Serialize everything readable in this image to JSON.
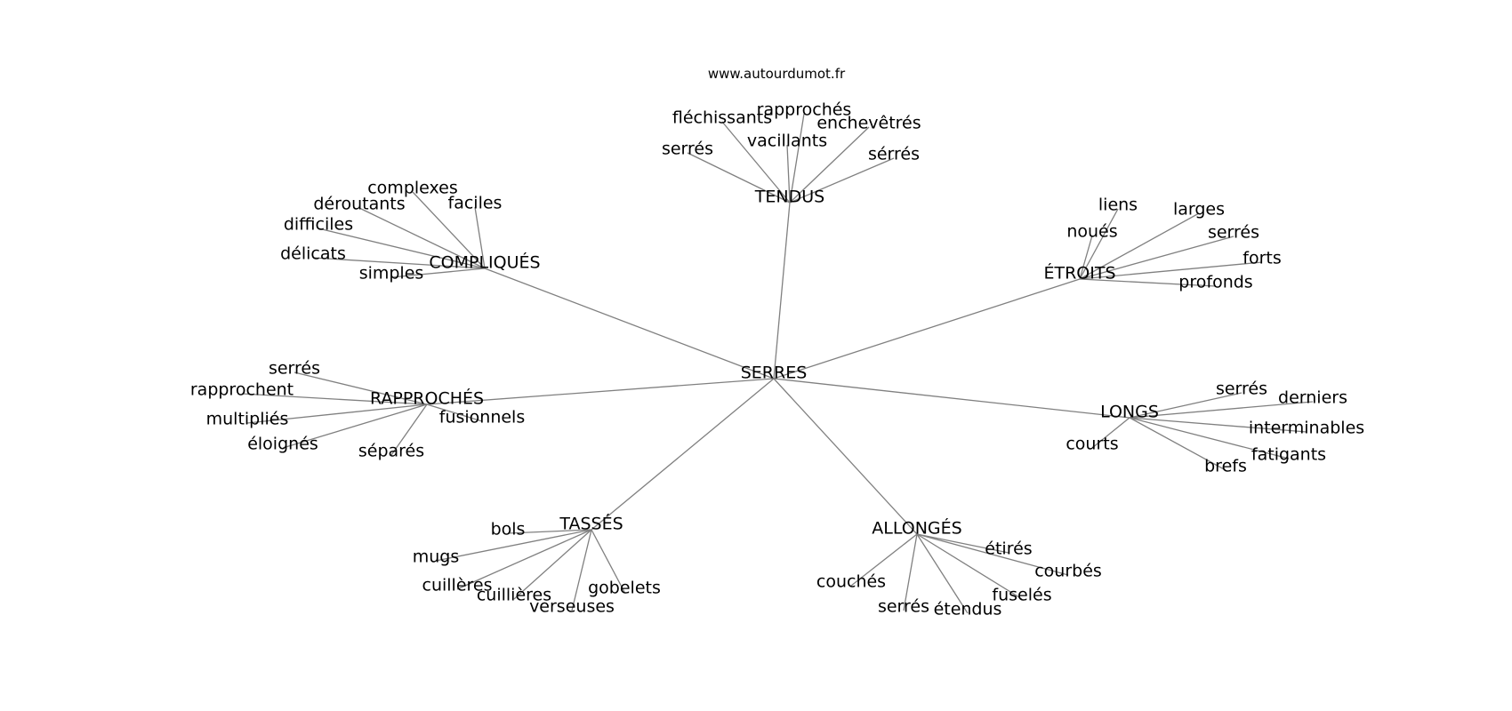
{
  "credit": "www.autourdumot.fr",
  "center": "SERRES",
  "groups": [
    {
      "label": "TENDUS",
      "words": [
        "serrés",
        "fléchissants",
        "rapprochés",
        "vacillants",
        "enchevêtrés",
        "sérrés"
      ]
    },
    {
      "label": "COMPLIQUÉS",
      "words": [
        "complexes",
        "déroutants",
        "faciles",
        "difficiles",
        "délicats",
        "simples"
      ]
    },
    {
      "label": "ÉTROITS",
      "words": [
        "liens",
        "noués",
        "larges",
        "serrés",
        "forts",
        "profonds"
      ]
    },
    {
      "label": "RAPPROCHÉS",
      "words": [
        "serrés",
        "rapprochent",
        "multipliés",
        "éloignés",
        "séparés",
        "fusionnels"
      ]
    },
    {
      "label": "LONGS",
      "words": [
        "serrés",
        "derniers",
        "interminables",
        "fatigants",
        "brefs",
        "courts"
      ]
    },
    {
      "label": "TASSÉS",
      "words": [
        "bols",
        "mugs",
        "cuillères",
        "cuillières",
        "verseuses",
        "gobelets"
      ]
    },
    {
      "label": "ALLONGÉS",
      "words": [
        "étirés",
        "courbés",
        "fuselés",
        "étendus",
        "serrés",
        "couchés"
      ]
    }
  ],
  "colors": {
    "edge": "#808080",
    "text": "#000000",
    "background": "#ffffff"
  }
}
